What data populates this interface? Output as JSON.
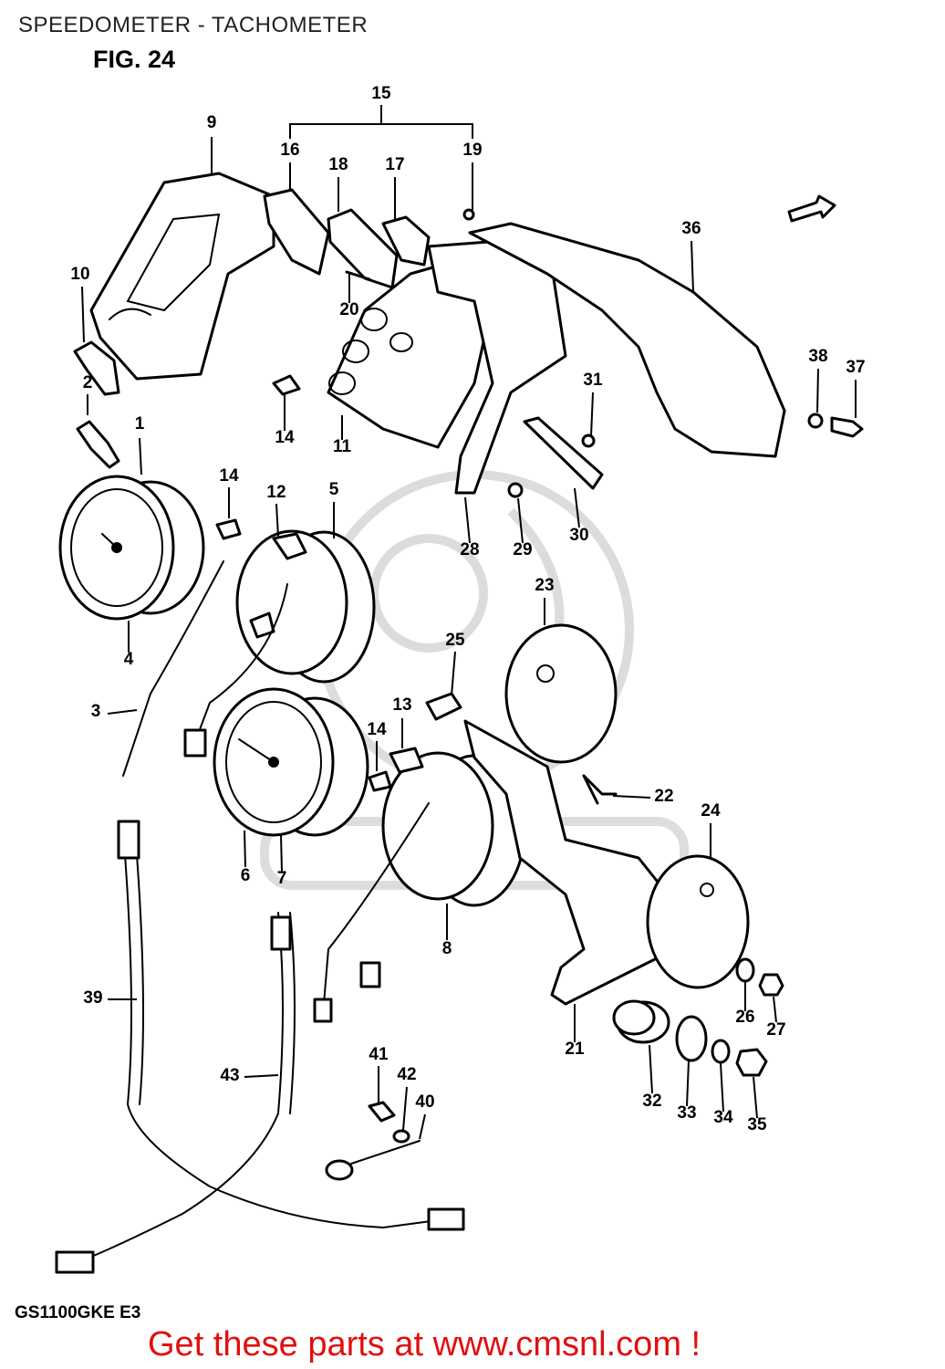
{
  "header": {
    "title": "SPEEDOMETER - TACHOMETER",
    "figure": "FIG. 24"
  },
  "footer": {
    "model": "GS1100GKE  E3",
    "promo": "Get these parts at www.cmsnl.com !"
  },
  "callouts": [
    "1",
    "2",
    "3",
    "4",
    "5",
    "6",
    "7",
    "8",
    "9",
    "10",
    "11",
    "12",
    "13",
    "14",
    "14",
    "14",
    "15",
    "16",
    "17",
    "18",
    "19",
    "20",
    "21",
    "22",
    "23",
    "24",
    "25",
    "26",
    "27",
    "28",
    "29",
    "30",
    "31",
    "32",
    "33",
    "34",
    "35",
    "36",
    "37",
    "38",
    "39",
    "40",
    "41",
    "42",
    "43"
  ]
}
